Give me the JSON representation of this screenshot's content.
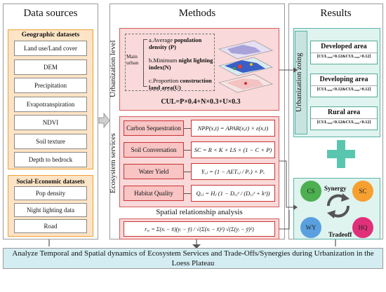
{
  "data_sources": {
    "title": "Data sources",
    "geo_title": "Geographic datasets",
    "geo_items": [
      "Land use/Land cover",
      "DEM",
      "Precipitation",
      "Evapotranspiration",
      "NDVI",
      "Soil texture",
      "Depth to bedrock"
    ],
    "soc_title": "Social-Economic datasets",
    "soc_items": [
      "Pop density",
      "Night lighting data",
      "Road"
    ]
  },
  "methods": {
    "title": "Methods",
    "urb_level_label": "Urbanization level",
    "main_urban": "Main urban",
    "item_a_pre": "a.Average ",
    "item_a_bold": "population density (P)",
    "item_b_pre": "b.Minimum ",
    "item_b_bold": "night lighting index(N)",
    "item_c_pre": "c.Proportion ",
    "item_c_bold": "construction land area(U)",
    "cul_formula": "CUL=P×0.4+N×0.3+U×0.3",
    "es_label": "Ecosystem services",
    "services": [
      {
        "name": "Carbon Sequestration",
        "formula": "NPP(x,t) = APAR(x,t) × ε(x,t)"
      },
      {
        "name": "Soil Conversation",
        "formula": "SC = R × K × LS × (1 − C × P)"
      },
      {
        "name": "Water Yield",
        "formula": "Yₓⱼ = (1 − AETₓⱼ / Pₓ) × Pₓ"
      },
      {
        "name": "Habitat Quality",
        "formula": "Qₓⱼ = Hⱼ (1 − Dₓⱼᶻ / (Dₓⱼᶻ + kᶻ))"
      }
    ],
    "spatial_title": "Spatial relationship analysis",
    "r_formula": "rₓᵧ = Σ(xᵢ − x̄)(yᵢ − ȳ) / √(Σ(xᵢ − x̄)²) √(Σ(yᵢ − ȳ)²)"
  },
  "results": {
    "title": "Results",
    "zoning_label": "Urbanization zoing",
    "zones": [
      {
        "name": "Developed area",
        "cond": "[CUL₂₀₀₀>0.12&CUL₂₀₂₀>0.12]"
      },
      {
        "name": "Developing area",
        "cond": "[CUL₂₀₀₀<0.12&CUL₂₀₂₀>0.12]"
      },
      {
        "name": "Rural area",
        "cond": "[CUL₂₀₀₀<0.12&CUL₂₀₂₀<0.12]"
      }
    ],
    "synergy": "Synergy",
    "tradeoff": "Tradeoff",
    "nodes": [
      {
        "label": "CS",
        "color": "#4caf50"
      },
      {
        "label": "SC",
        "color": "#f5a030"
      },
      {
        "label": "WY",
        "color": "#5aa0e0"
      },
      {
        "label": "HQ",
        "color": "#e0307a"
      }
    ]
  },
  "bottom_text": "Analyze Temporal and Spatial dynamics of Ecosystem Services and Trade-Offs/Synergies during Urbanization in the Loess Plateau"
}
